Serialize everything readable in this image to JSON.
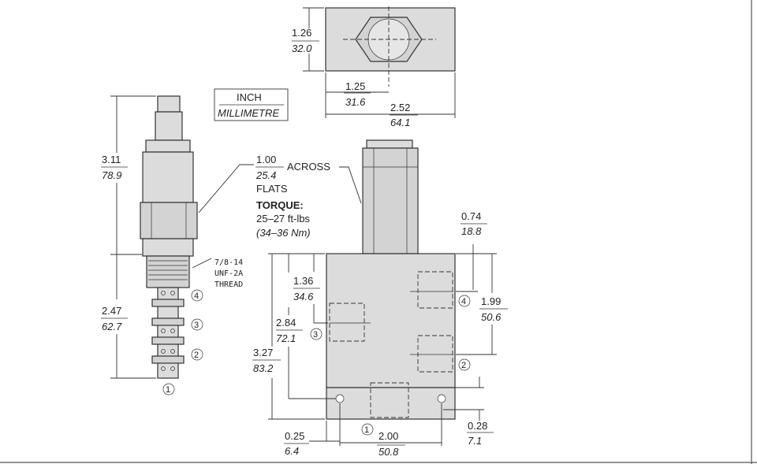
{
  "units": {
    "inch": "INCH",
    "mm": "MILLIMETRE"
  },
  "dims": {
    "top_h_in": "1.26",
    "top_h_mm": "32.0",
    "top_c_in": "1.25",
    "top_c_mm": "31.6",
    "top_w_in": "2.52",
    "top_w_mm": "64.1",
    "cart_upper_in": "3.11",
    "cart_upper_mm": "78.9",
    "cart_lower_in": "2.47",
    "cart_lower_mm": "62.7",
    "hex_in": "1.00",
    "hex_mm": "25.4",
    "p4_in": "0.74",
    "p4_mm": "18.8",
    "p2_in": "1.99",
    "p2_mm": "50.6",
    "p3_in": "1.36",
    "p3_mm": "34.6",
    "d284_in": "2.84",
    "d284_mm": "72.1",
    "d327_in": "3.27",
    "d327_mm": "83.2",
    "d025_in": "0.25",
    "d025_mm": "6.4",
    "d200_in": "2.00",
    "d200_mm": "50.8",
    "d028_in": "0.28",
    "d028_mm": "7.1"
  },
  "labels": {
    "across": "ACROSS",
    "flats": "FLATS",
    "torque_title": "TORQUE:",
    "torque_ft": "25–27 ft-lbs",
    "torque_nm": "(34–36 Nm)",
    "thread_1": "7/8-14",
    "thread_2": "UNF-2A",
    "thread_3": "THREAD"
  },
  "ports": {
    "p1": "1",
    "p2": "2",
    "p3": "3",
    "p4": "4"
  }
}
